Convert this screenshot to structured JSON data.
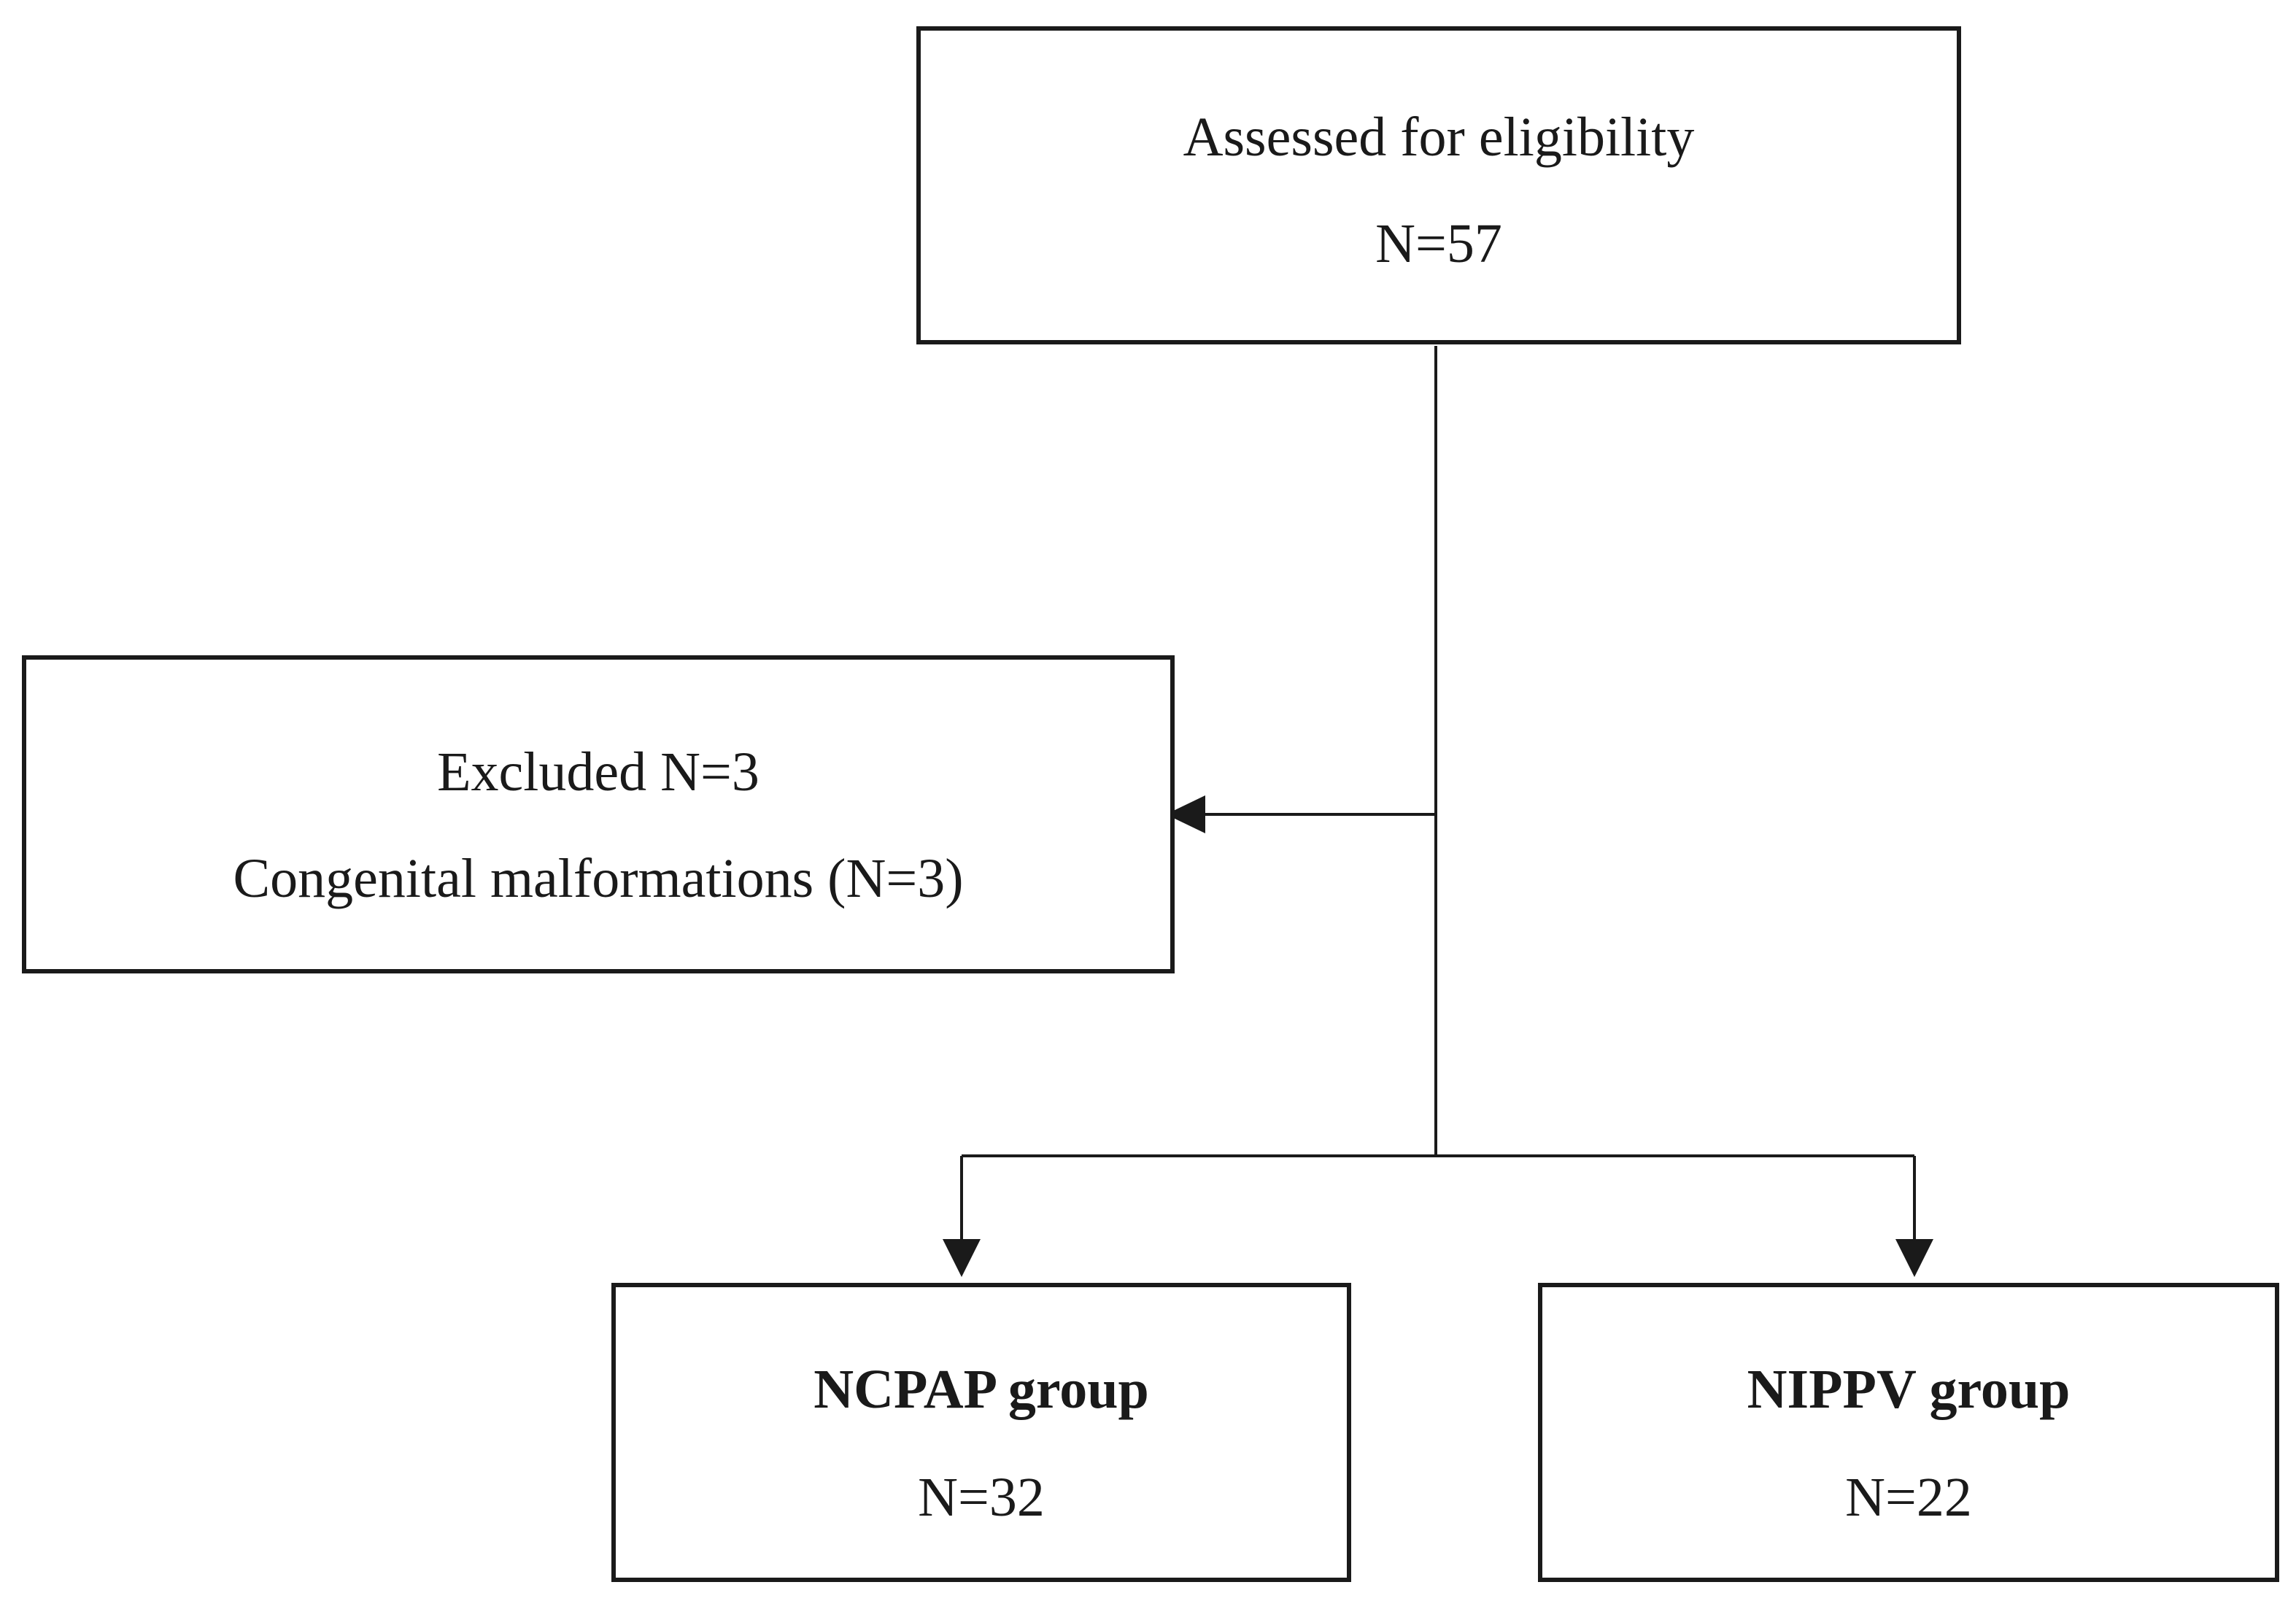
{
  "boxes": {
    "assessed": {
      "title": "Assessed for eligibility",
      "count": "N=57"
    },
    "excluded": {
      "title": "Excluded N=3",
      "reason": "Congenital malformations (N=3)"
    },
    "ncpap": {
      "title": "NCPAP group",
      "count": "N=32"
    },
    "nippv": {
      "title": "NIPPV group",
      "count": "N=22"
    }
  },
  "colors": {
    "stroke": "#1a1a1a",
    "background": "#ffffff"
  }
}
